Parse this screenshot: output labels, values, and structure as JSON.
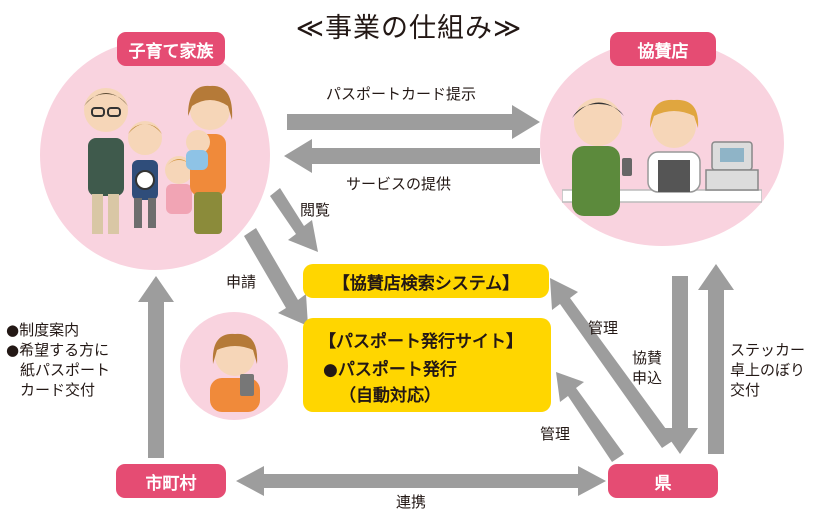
{
  "title": "≪事業の仕組み≫",
  "nodes": {
    "family": {
      "label": "子育て家族"
    },
    "shop": {
      "label": "協賛店"
    },
    "city": {
      "label": "市町村"
    },
    "pref": {
      "label": "県"
    }
  },
  "system_search": {
    "label": "【協賛店検索システム】"
  },
  "system_issue": {
    "label": "【パスポート発行サイト】",
    "line1": "●パスポート発行",
    "line2": "（自動対応）"
  },
  "arrows": {
    "card_present": "パスポートカード提示",
    "service": "サービスの提供",
    "browse": "閲覧",
    "apply": "申請",
    "manage_top": "管理",
    "manage_bottom": "管理",
    "sponsor_line1": "協賛",
    "sponsor_line2": "申込",
    "sticker_line1": "ステッカー",
    "sticker_line2": "卓上のぼり",
    "sticker_line3": "交付",
    "city_line1": "●制度案内",
    "city_line2": "●希望する方に",
    "city_line3": "紙パスポート",
    "city_line4": "カード交付",
    "cooperation": "連携"
  },
  "colors": {
    "pink_circle": "#f9d3df",
    "pill": "#e54c73",
    "yellow_box": "#ffd600",
    "arrow_gray": "#9d9d9d"
  }
}
